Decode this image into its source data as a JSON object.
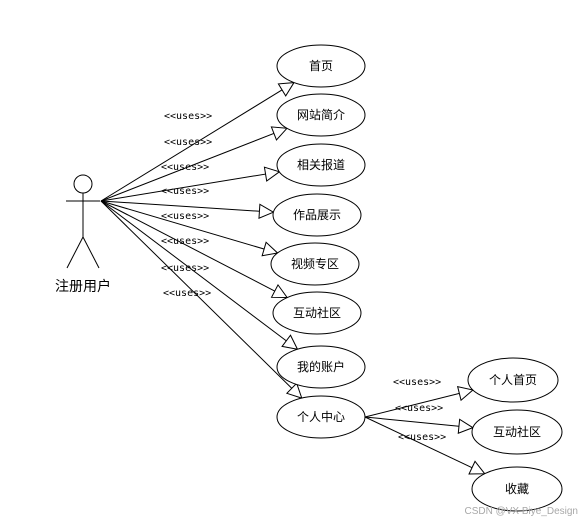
{
  "diagram": {
    "actor": {
      "label": "注册用户"
    },
    "use_cases": [
      {
        "label": "首页"
      },
      {
        "label": "网站简介"
      },
      {
        "label": "相关报道"
      },
      {
        "label": "作品展示"
      },
      {
        "label": "视频专区"
      },
      {
        "label": "互动社区"
      },
      {
        "label": "我的账户"
      },
      {
        "label": "个人中心"
      }
    ],
    "sub_use_cases": [
      {
        "label": "个人首页"
      },
      {
        "label": "互动社区"
      },
      {
        "label": "收藏"
      }
    ],
    "relation_label": "<<uses>>"
  },
  "watermark": "CSDN @VX Biye_Design"
}
